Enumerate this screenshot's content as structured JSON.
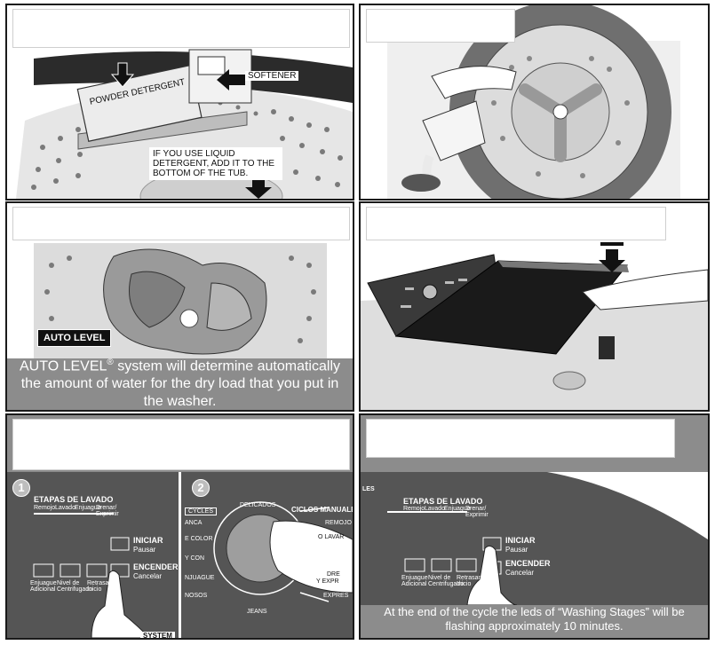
{
  "panel1": {
    "powder": "POWDER DETERGENT",
    "softener": "SOFTENER",
    "liquid_note": "IF YOU USE LIQUID DETERGENT, ADD IT TO THE BOTTOM OF THE TUB."
  },
  "panel3": {
    "badge": "AUTO LEVEL",
    "caption_main": "AUTO LEVEL",
    "caption_reg": "®",
    "caption_rest": " system will determine automatically the amount of water for the dry load that you put in the washer."
  },
  "panel5": {
    "step1": "1",
    "step2": "2",
    "etapas": "ETAPAS DE LAVADO",
    "stages": [
      "Remojo",
      "Lavado",
      "Enjuague",
      "Drenar/ Exprimir"
    ],
    "iniciar": "INICIAR",
    "pausar": "Pausar",
    "encender": "ENCENDER",
    "cancelar": "Cancelar",
    "enjuague_adicional": "Enjuague Adicional",
    "nivel": "Nivel de Centrifugado",
    "retrasar": "Retrasar Inicio",
    "system": "SYSTEM",
    "cycles": "CYCLES",
    "ciclos_manuales": "CICLOS MANUALES",
    "dial_left": [
      "ANCA",
      "E COLOR",
      "Y CON",
      "NJUAGUE",
      "NOSOS"
    ],
    "dial_top": "DELICADOS",
    "dial_bottom": "JEANS",
    "dial_right": [
      "REMOJO",
      "O LAVAR",
      "DRE",
      "Y EXPR",
      "EXPRES"
    ]
  },
  "panel6": {
    "les": "LES",
    "caption": "At the end of the cycle the leds of “Washing Stages” will be flashing approximately 10 minutes."
  }
}
